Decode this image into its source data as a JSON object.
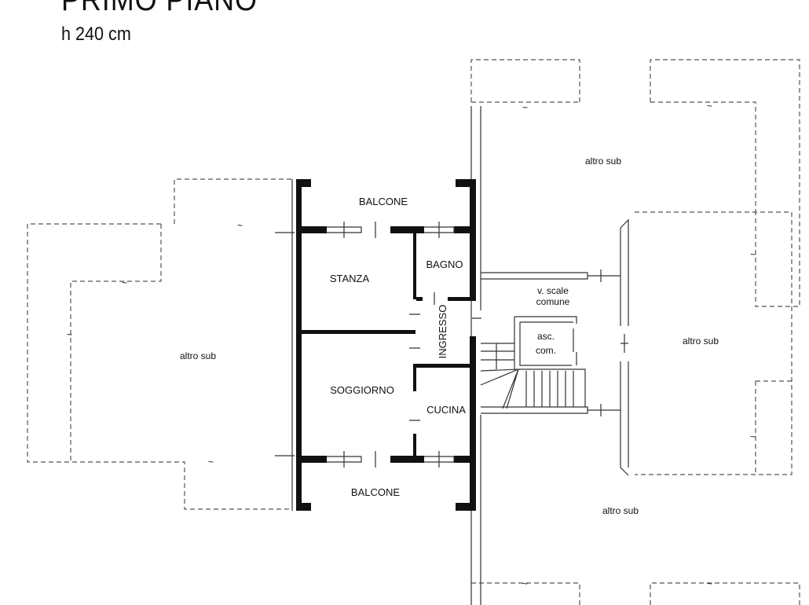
{
  "title": "PRIMO PIANO",
  "height_note": "h 240 cm",
  "rooms": {
    "balcone_top": "BALCONE",
    "stanza": "STANZA",
    "bagno": "BAGNO",
    "ingresso": "INGRESSO",
    "soggiorno": "SOGGIORNO",
    "cucina": "CUCINA",
    "balcone_bottom": "BALCONE"
  },
  "common": {
    "stairs_line1": "v. scale",
    "stairs_line2": "comune",
    "lift_line1": "asc.",
    "lift_line2": "com."
  },
  "other_units": {
    "left": "altro sub",
    "top_right": "altro sub",
    "right": "altro sub",
    "bottom_right": "altro sub"
  },
  "break_symbol": "~"
}
